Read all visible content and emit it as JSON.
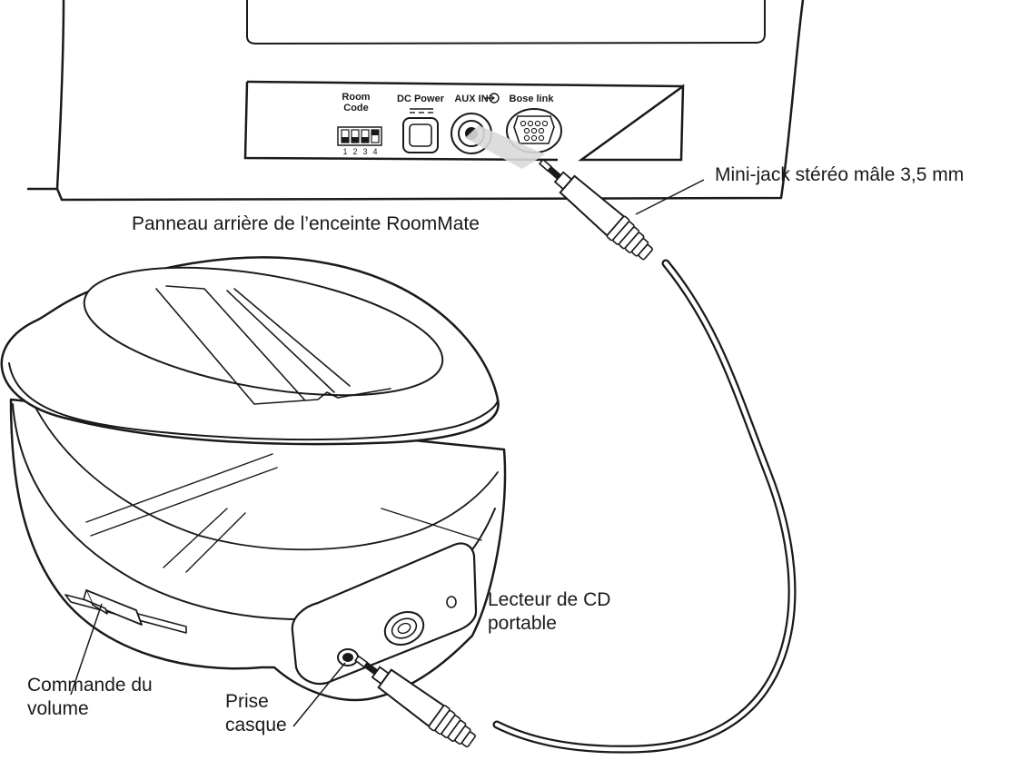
{
  "panel": {
    "room_code_line1": "Room",
    "room_code_line2": "Code",
    "switch_numbers": [
      "1",
      "2",
      "3",
      "4"
    ],
    "dc_power": "DC Power",
    "aux_in": "AUX IN",
    "bose_link": "Bose link"
  },
  "callouts": {
    "mini_jack": "Mini-jack stéréo mâle 3,5 mm",
    "rear_panel": "Panneau arrière de l’enceinte RoomMate",
    "cd_player_line1": "Lecteur de CD",
    "cd_player_line2": "portable",
    "volume_line1": "Commande du",
    "volume_line2": "volume",
    "headphone_line1": "Prise",
    "headphone_line2": "casque"
  },
  "colors": {
    "line": "#1a1a1a",
    "fill": "#ffffff",
    "shade": "#d9d9d9"
  }
}
